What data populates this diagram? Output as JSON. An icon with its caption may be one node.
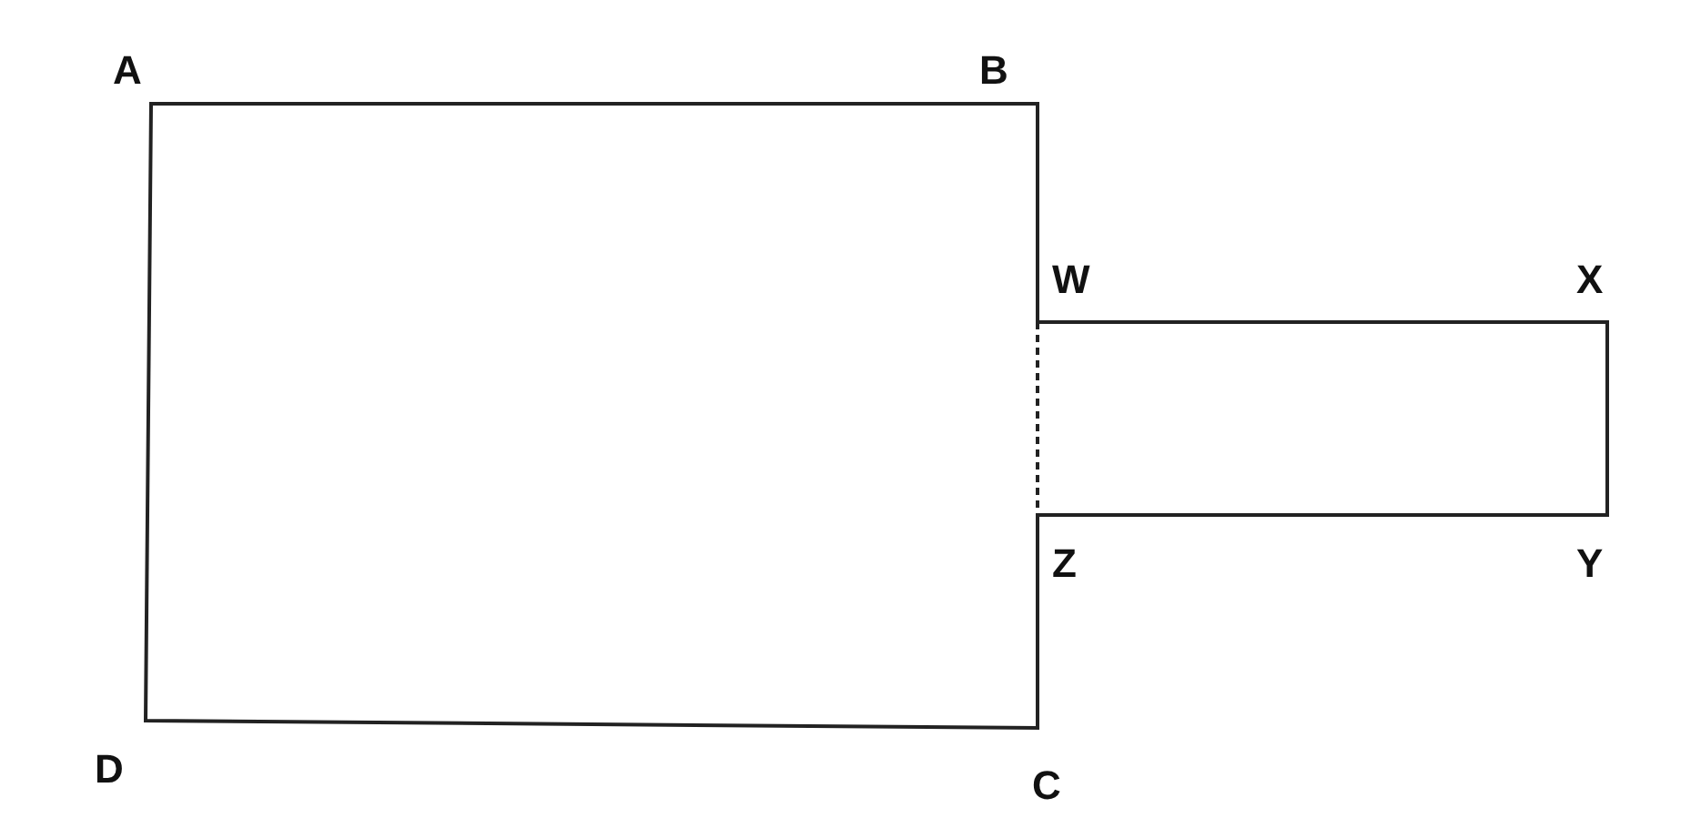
{
  "diagram": {
    "labels": [
      "A",
      "B",
      "W",
      "X",
      "Z",
      "Y",
      "D",
      "C"
    ]
  }
}
